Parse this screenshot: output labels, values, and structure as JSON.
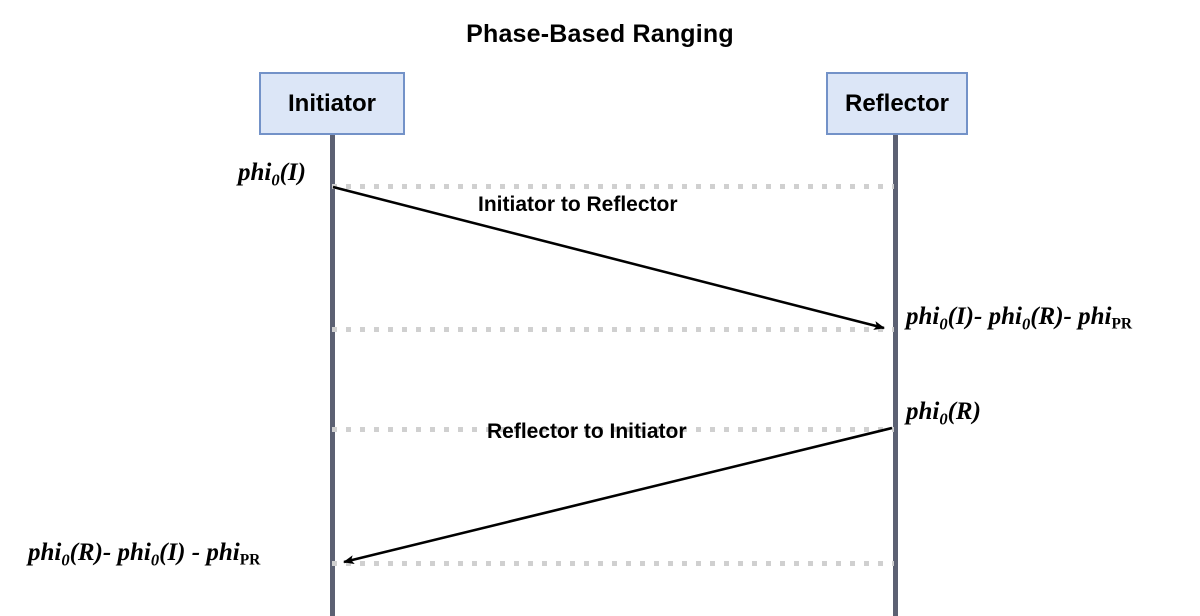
{
  "diagram": {
    "title": "Phase-Based Ranging",
    "type": "sequence-diagram",
    "background_color": "#ffffff"
  },
  "participants": [
    {
      "id": "initiator",
      "label": "Initiator",
      "fill_color": "#dce6f7",
      "border_color": "#7392c8",
      "lifeline_color": "#5c6173"
    },
    {
      "id": "reflector",
      "label": "Reflector",
      "fill_color": "#dce6f7",
      "border_color": "#7392c8",
      "lifeline_color": "#5c6173"
    }
  ],
  "messages": [
    {
      "id": "initiator-to-reflector",
      "label": "Initiator to Reflector",
      "from": "initiator",
      "to": "reflector",
      "direction": "right"
    },
    {
      "id": "reflector-to-initiator",
      "label": "Reflector to Initiator",
      "from": "reflector",
      "to": "initiator",
      "direction": "left"
    }
  ],
  "phase_labels": {
    "initiator_transmit": {
      "base": "phi",
      "sub": "0",
      "tail": "(I)",
      "full_text": "phi0(I)"
    },
    "reflector_receive": {
      "parts": [
        {
          "base": "phi",
          "sub": "0",
          "tail": "(I)-"
        },
        {
          "base": " phi",
          "sub": "0",
          "tail": "(R)-"
        },
        {
          "base": " phi",
          "sub_upright": "PR",
          "tail": ""
        }
      ],
      "full_text": "phi0(I)- phi0(R)- phiPR"
    },
    "reflector_transmit": {
      "base": "phi",
      "sub": "0",
      "tail": "(R)",
      "full_text": "phi0(R)"
    },
    "initiator_receive": {
      "parts": [
        {
          "base": "phi",
          "sub": "0",
          "tail": "(R)-"
        },
        {
          "base": " phi",
          "sub": "0",
          "tail": "(I) -"
        },
        {
          "base": " phi",
          "sub_upright": "PR",
          "tail": ""
        }
      ],
      "full_text": "phi0(R)- phi0(I) - phiPR"
    }
  },
  "timing_lines": {
    "count": 4,
    "dot_color": "#d0d0d0",
    "style": "dotted"
  }
}
